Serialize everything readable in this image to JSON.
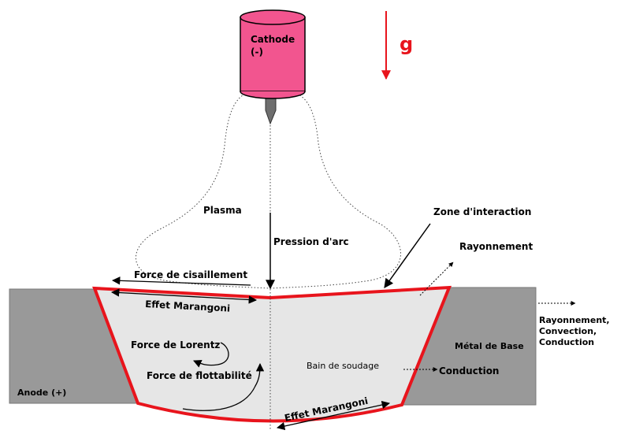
{
  "labels": {
    "cathode_line1": "Cathode",
    "cathode_line2": "(-)",
    "gravity": "g",
    "plasma": "Plasma",
    "arc_pressure": "Pression d'arc",
    "interaction_zone": "Zone d'interaction",
    "radiation_top": "Rayonnement",
    "shear_force": "Force de cisaillement",
    "marangoni_top": "Effet Marangoni",
    "lorentz": "Force de Lorentz",
    "buoyancy": "Force de flottabilité",
    "weld_pool": "Bain de soudage",
    "conduction": "Conduction",
    "base_metal": "Métal de Base",
    "anode": "Anode (+)",
    "marangoni_bottom": "Effet Marangoni",
    "heat_loss_line1": "Rayonnement,",
    "heat_loss_line2": "Convection,",
    "heat_loss_line3": "Conduction"
  },
  "colors": {
    "cathode_fill": "#f2558f",
    "cathode_stroke": "#000000",
    "electrode_tip": "#6e6e6e",
    "base_metal": "#999999",
    "weld_pool_fill": "#e6e6e6",
    "weld_pool_border": "#e8141c",
    "gravity_arrow": "#e8141c"
  }
}
